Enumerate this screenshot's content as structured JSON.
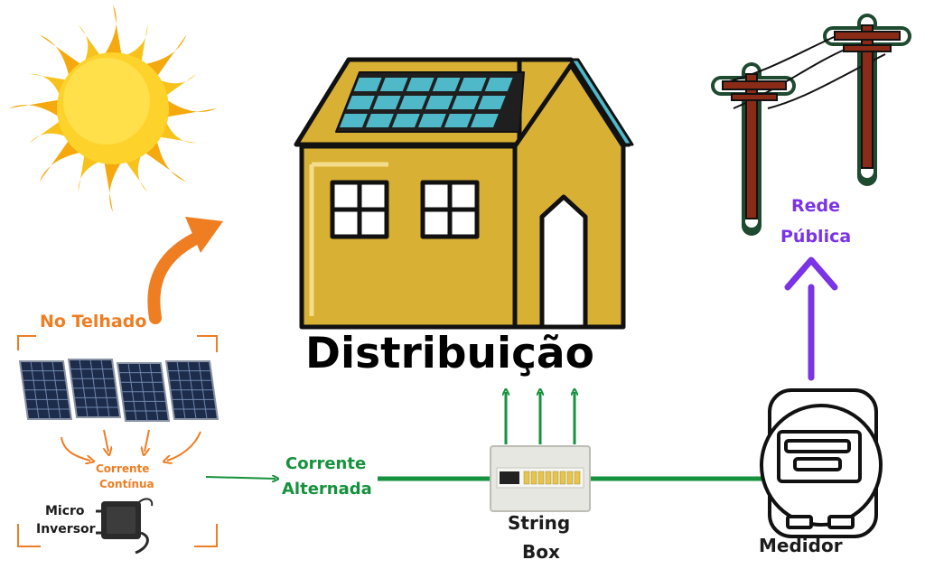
{
  "labels": {
    "no_telhado": "No Telhado",
    "corrente_continua_1": "Corrente",
    "corrente_continua_2": "Contínua",
    "micro": "Micro",
    "inversor": "Inversor",
    "corrente_alternada_1": "Corrente",
    "corrente_alternada_2": "Alternada",
    "distribuicao": "Distribuição",
    "string_box_1": "String",
    "string_box_2": "Box",
    "medidor": "Medidor",
    "rede": "Rede",
    "publica": "Pública"
  },
  "icons": {
    "sun": "sun-icon",
    "house": "house-icon",
    "solar_panels": "solar-panel-icon",
    "micro_inverter": "micro-inverter-icon",
    "string_box": "string-box-icon",
    "meter": "electric-meter-icon",
    "utility_poles": "utility-pole-icon"
  },
  "colors": {
    "orange": "#ef7d22",
    "green": "#16923c",
    "purple": "#7a33e6",
    "house_yellow": "#d8b034",
    "panel_blue": "#4fb8c9"
  }
}
